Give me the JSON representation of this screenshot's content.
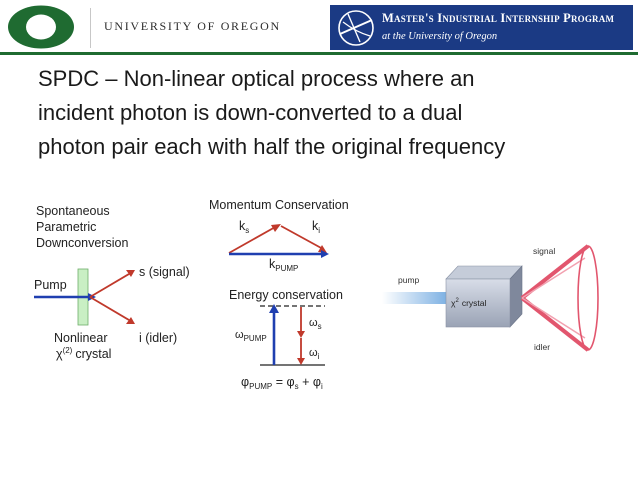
{
  "header": {
    "university_name": "UNIVERSITY OF OREGON",
    "program_title": "Master's Industrial Internship Program",
    "program_subtitle": "at the University of Oregon"
  },
  "slide": {
    "title_lines": [
      "SPDC – Non-linear optical process where an",
      "incident photon is down-converted to a dual",
      "photon pair each with half the original frequency"
    ]
  },
  "figure_spdc": {
    "heading_lines": [
      "Spontaneous",
      "Parametric",
      "Downconversion"
    ],
    "pump_label": "Pump",
    "signal_label": "s (signal)",
    "idler_label": "i (idler)",
    "crystal_label_line1": "Nonlinear",
    "crystal_label_chi": "χ",
    "crystal_label_order": "(2)",
    "crystal_label_word": "crystal"
  },
  "figure_momentum": {
    "title": "Momentum Conservation",
    "ks_label": "k",
    "ks_sub": "s",
    "ki_label": "k",
    "ki_sub": "i",
    "kpump_label": "k",
    "kpump_sub": "PUMP"
  },
  "figure_energy": {
    "title": "Energy conservation",
    "omega_pump": "ω",
    "omega_pump_sub": "PUMP",
    "omega_s": "ω",
    "omega_s_sub": "s",
    "omega_i": "ω",
    "omega_i_sub": "i",
    "equation_lhs": "φ",
    "equation_lhs_sub": "PUMP",
    "equation_mid": " = φ",
    "equation_mid_sub": "s",
    "equation_plus": " + φ",
    "equation_rhs_sub": "i"
  },
  "figure_crystal": {
    "pump_label": "pump",
    "signal_label": "signal",
    "idler_label": "idler",
    "chi_label": "χ",
    "chi_order": "2",
    "crystal_word": "crystal"
  },
  "colors": {
    "uo_green": "#1f6b31",
    "uo_yellow": "#f5d20c",
    "banner_blue": "#1b3a84",
    "arrow_red": "#c0392b",
    "arrow_blue": "#1f3fb0",
    "beam_pink": "#e2566e",
    "beam_blue": "#7fb3e6"
  }
}
